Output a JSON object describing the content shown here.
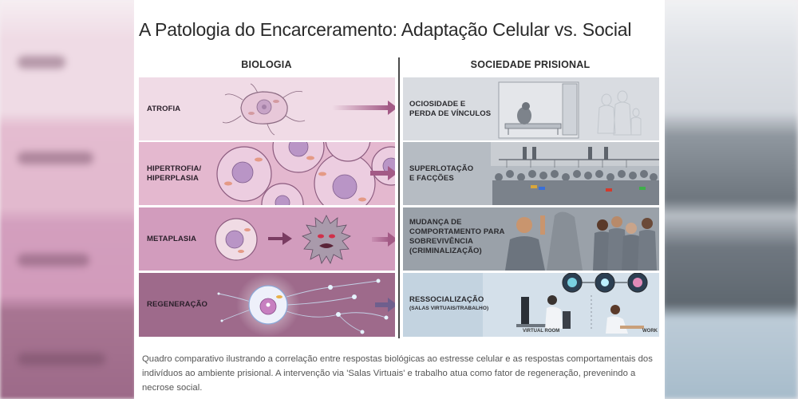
{
  "title": "A Patologia do Encarceramento: Adaptação Celular vs. Social",
  "columns": {
    "biology": "BIOLOGIA",
    "society": "SOCIEDADE PRISIONAL"
  },
  "rows": [
    {
      "bio_label": "ATROFIA",
      "bio_illustration": "shrunken-cell-icon",
      "bio_color": "#f0dbe6",
      "soc_label_lines": [
        "OCIOSIDADE E",
        "PERDA DE VÍNCULOS"
      ],
      "soc_sublabel": "",
      "soc_illustration": "isolated-prisoner-cell-scene",
      "soc_color": "#d9dce1",
      "arrow_color": "#a35a86"
    },
    {
      "bio_label_lines": [
        "HIPERTROFIA/",
        "HIPERPLASIA"
      ],
      "bio_illustration": "enlarged-cells-cluster-icon",
      "bio_color": "#e4b8cf",
      "soc_label_lines": [
        "SUPERLOTAÇÃO",
        "E FACÇÕES"
      ],
      "soc_sublabel": "",
      "soc_illustration": "overcrowded-prison-yard-scene",
      "soc_color": "#b6bcc3",
      "arrow_color": "#a35a86"
    },
    {
      "bio_label": "METAPLASIA",
      "bio_illustration": "normal-to-aggressive-cell-icon",
      "bio_color": "#d29cbd",
      "soc_label_lines": [
        "MUDANÇA DE",
        "COMPORTAMENTO PARA",
        "SOBREVIVÊNCIA",
        "(CRIMINALIZAÇÃO)"
      ],
      "soc_sublabel": "",
      "soc_illustration": "gang-behavior-scene",
      "soc_color": "#9aa1a9",
      "arrow_color": "#a35a86"
    },
    {
      "bio_label": "REGENERAÇÃO",
      "bio_illustration": "glowing-neuron-network-icon",
      "bio_color": "#9e6a8b",
      "soc_label_lines": [
        "RESSOCIALIZAÇÃO"
      ],
      "soc_sublabel": "(SALAS VIRTUAIS/TRABALHO)",
      "soc_illustration": "virtual-room-and-work-scene",
      "soc_color": "#c3d3e0",
      "arrow_color": "#6f5f8d",
      "scene_tags": [
        "VIRTUAL ROOM",
        "WORK"
      ]
    }
  ],
  "caption": "Quadro comparativo ilustrando a correlação entre respostas biológicas ao estresse celular e as respostas comportamentais dos indivíduos ao ambiente prisional. A intervenção via 'Salas Virtuais' e trabalho atua como fator de regeneração, prevenindo a necrose social."
}
